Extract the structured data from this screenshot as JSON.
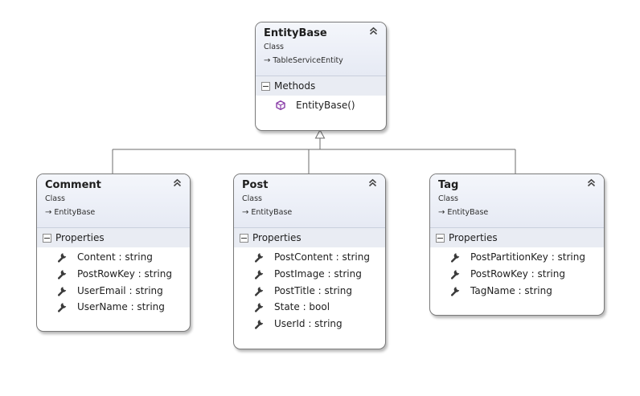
{
  "diagram": {
    "classes": [
      {
        "id": "entitybase",
        "name": "EntityBase",
        "kind": "Class",
        "base": "TableServiceEntity",
        "section_label": "Methods",
        "member_icon": "method-cube-icon",
        "members": [
          "EntityBase()"
        ]
      },
      {
        "id": "comment",
        "name": "Comment",
        "kind": "Class",
        "base": "EntityBase",
        "section_label": "Properties",
        "member_icon": "property-wrench-icon",
        "members": [
          "Content : string",
          "PostRowKey : string",
          "UserEmail : string",
          "UserName : string"
        ]
      },
      {
        "id": "post",
        "name": "Post",
        "kind": "Class",
        "base": "EntityBase",
        "section_label": "Properties",
        "member_icon": "property-wrench-icon",
        "members": [
          "PostContent : string",
          "PostImage : string",
          "PostTitle : string",
          "State : bool",
          "UserId : string"
        ]
      },
      {
        "id": "tag",
        "name": "Tag",
        "kind": "Class",
        "base": "EntityBase",
        "section_label": "Properties",
        "member_icon": "property-wrench-icon",
        "members": [
          "PostPartitionKey : string",
          "PostRowKey : string",
          "TagName : string"
        ]
      }
    ],
    "inheritance": [
      {
        "from": "comment",
        "to": "entitybase"
      },
      {
        "from": "post",
        "to": "entitybase"
      },
      {
        "from": "tag",
        "to": "entitybase"
      }
    ],
    "colors": {
      "header_gradient_top": "#f4f6fb",
      "header_gradient_bottom": "#e6eaf4",
      "section_band": "#e9ecf3",
      "method_icon": "#8a3ea8",
      "property_icon": "#3a3a3a",
      "connector": "#6b6b6b"
    }
  }
}
